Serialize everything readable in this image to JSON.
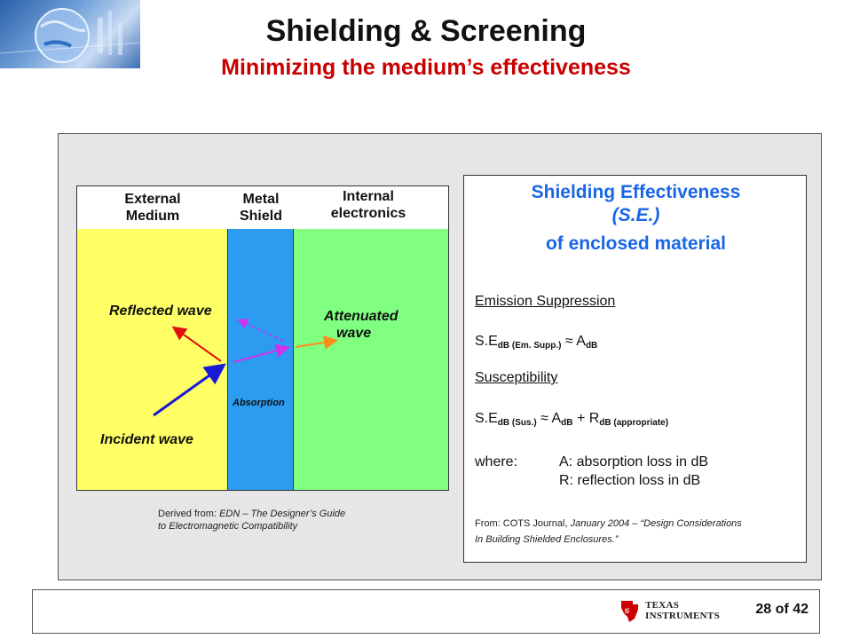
{
  "slide": {
    "title": "Shielding & Screening",
    "subtitle": "Minimizing the medium’s effectiveness",
    "page_label": "28 of 42"
  },
  "diagram": {
    "zones": {
      "external": [
        "External",
        "Medium"
      ],
      "shield": [
        "Metal",
        "Shield"
      ],
      "internal": [
        "Internal",
        "electronics"
      ]
    },
    "labels": {
      "reflected": "Reflected wave",
      "attenuated_1": "Attenuated",
      "attenuated_2": "wave",
      "absorption": "Absorption",
      "incident": "Incident wave"
    },
    "colors": {
      "external": "#ffff66",
      "shield": "#2b9cf0",
      "internal": "#80ff80",
      "incident_arrow": "#1a1ad6",
      "reflected_arrow": "#e01010",
      "absorbed_arrow": "#cc33ee",
      "attenuated_arrow": "#ff8c1a"
    },
    "credit_prefix": "Derived from: ",
    "credit_source_1": "EDN – The Designer’s Guide",
    "credit_source_2": "to Electromagnetic Compatibility"
  },
  "se_box": {
    "heading_1": "Shielding Effectiveness",
    "heading_2": "(S.E.)",
    "heading_3": "of enclosed material",
    "emission_title": "Emission Suppression",
    "emission_formula": {
      "se": "S.E",
      "se_sub": "dB (Em. Supp.)",
      "approx": " ≈ A",
      "a_sub": "dB"
    },
    "susceptibility_title": "Susceptibility",
    "susceptibility_formula": {
      "se": "S.E",
      "se_sub": "dB (Sus.)",
      "approx": " ≈ A",
      "a_sub": "dB",
      "plus": " + R",
      "r_sub": "dB (appropriate)"
    },
    "where_label": "where:",
    "where_a": "A: absorption loss in dB",
    "where_r": "R: reflection loss in dB",
    "from_prefix": "From: COTS Journal, ",
    "from_source_1": "January 2004 – “Design Considerations",
    "from_source_2": "In Building Shielded Enclosures.”"
  },
  "footer": {
    "company_line_1": "TEXAS",
    "company_line_2": "INSTRUMENTS"
  }
}
